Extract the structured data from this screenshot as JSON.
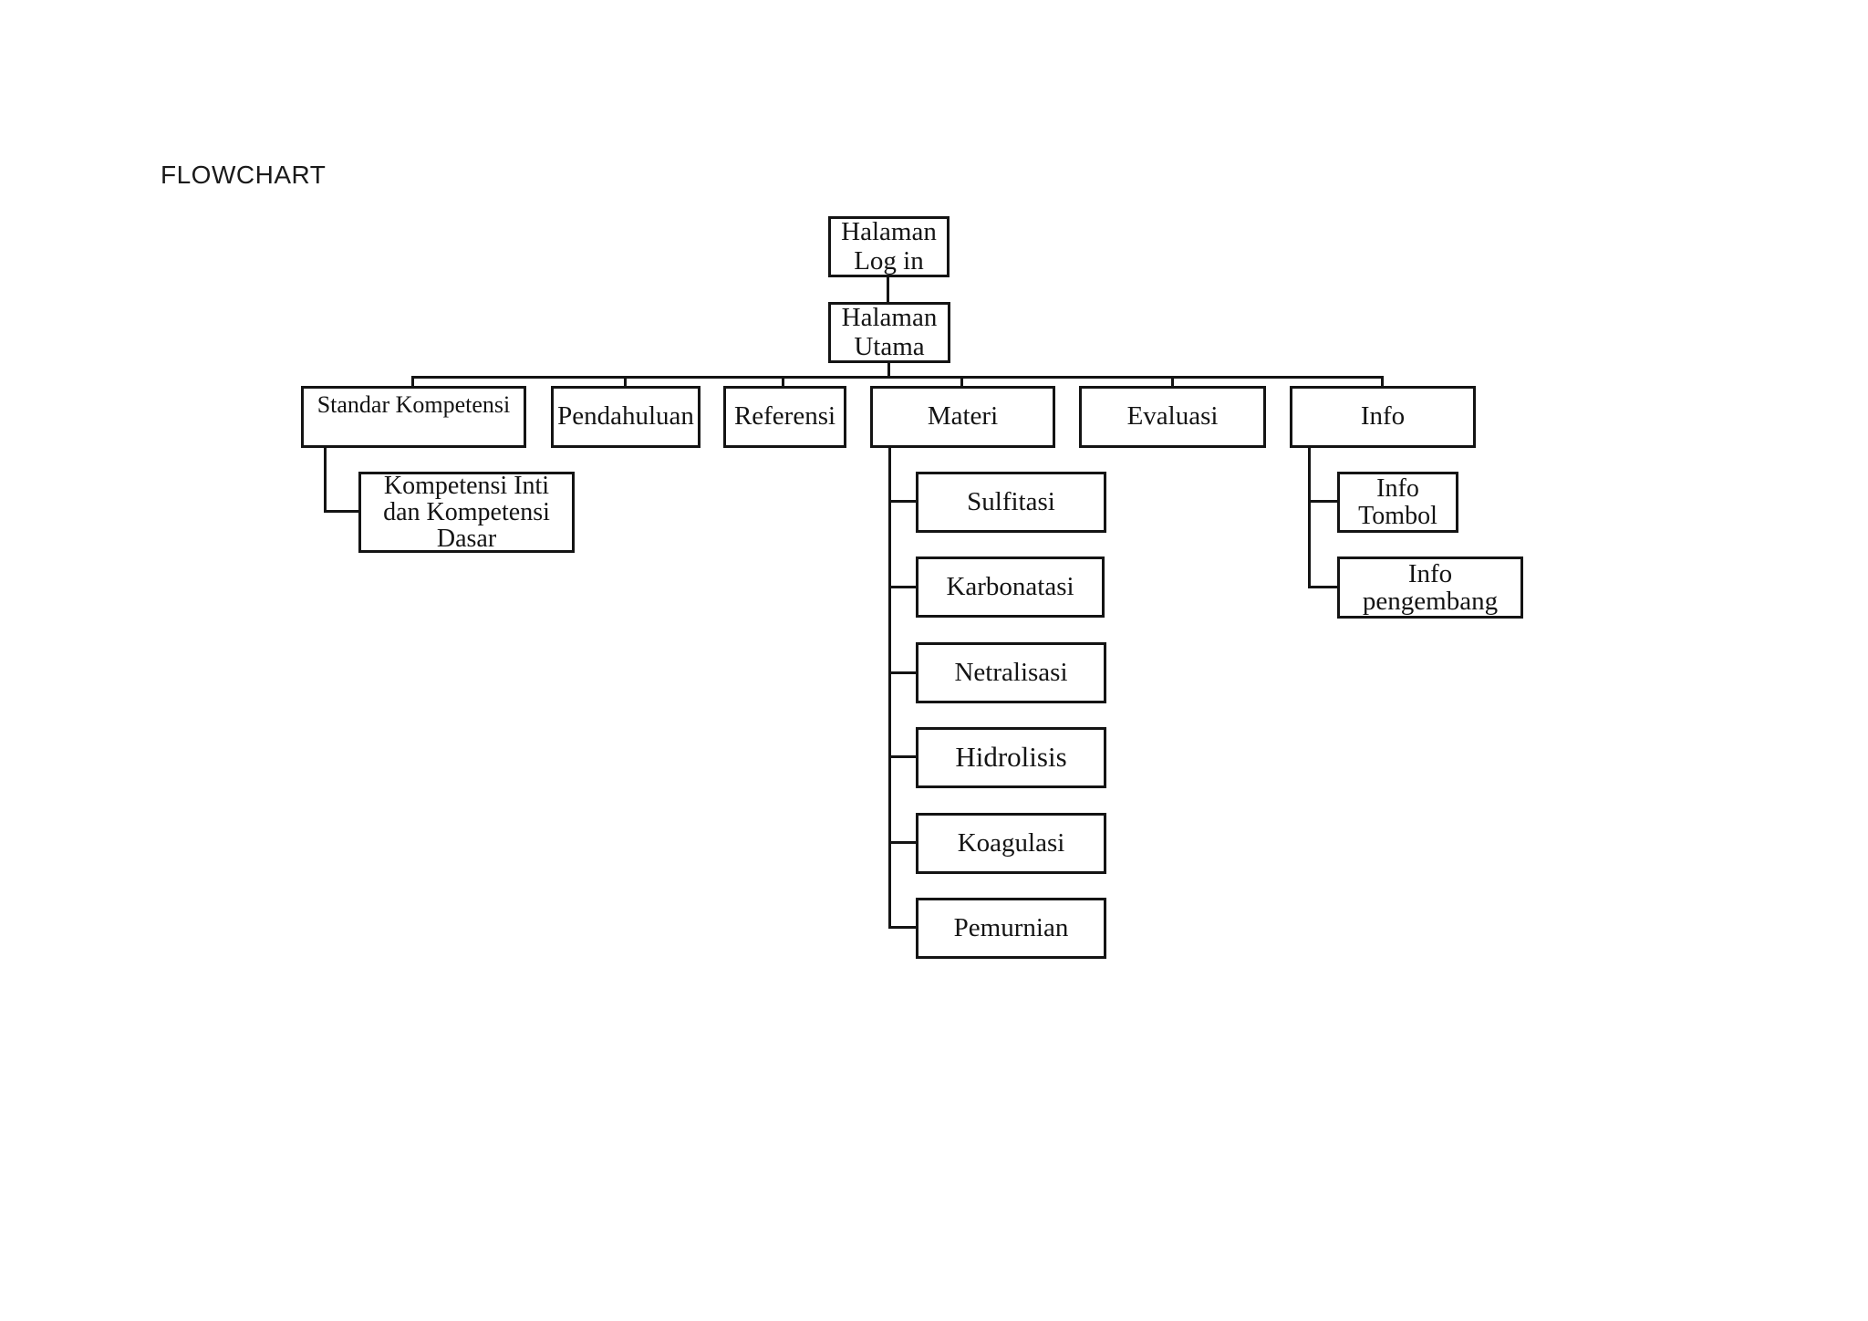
{
  "title": "FLOWCHART",
  "flowchart": {
    "nodes": {
      "login": {
        "label": "Halaman\nLog in"
      },
      "utama": {
        "label": "Halaman\nUtama"
      },
      "standar": {
        "label": "Standar Kompetensi"
      },
      "pendahuluan": {
        "label": "Pendahuluan"
      },
      "referensi": {
        "label": "Referensi"
      },
      "materi": {
        "label": "Materi"
      },
      "evaluasi": {
        "label": "Evaluasi"
      },
      "info": {
        "label": "Info"
      },
      "kompetensi": {
        "label": "Kompetensi Inti\ndan Kompetensi\nDasar"
      },
      "sulfitasi": {
        "label": "Sulfitasi"
      },
      "karbonatasi": {
        "label": "Karbonatasi"
      },
      "netralisasi": {
        "label": "Netralisasi"
      },
      "hidrolisis": {
        "label": "Hidrolisis"
      },
      "koagulasi": {
        "label": "Koagulasi"
      },
      "pemurnian": {
        "label": "Pemurnian"
      },
      "info_tombol": {
        "label": "Info\nTombol"
      },
      "info_pengembang": {
        "label": "Info\npengembang"
      }
    },
    "colors": {
      "line": "#141414",
      "text": "#141414",
      "box_background": "#ffffff",
      "page_background": "#ffffff"
    }
  }
}
